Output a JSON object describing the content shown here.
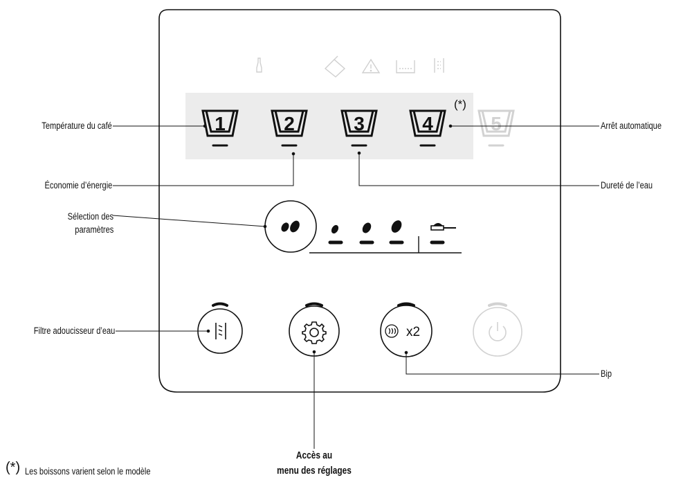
{
  "callouts": {
    "temperature": "Température du café",
    "energy": "Économie d’énergie",
    "param_line1": "Sélection des",
    "param_line2": "paramètres",
    "filter": "Filtre adoucisseur d’eau",
    "auto_off": "Arrêt automatique",
    "hardness": "Dureté de l’eau",
    "bip": "Bip",
    "menu_line1": "Accès au",
    "menu_line2": "menu des réglages"
  },
  "footnote": {
    "mark": "(*)",
    "text": "Les boissons varient selon le modèle"
  },
  "asterisk": "(*)",
  "cup_numbers": [
    "1",
    "2",
    "3",
    "4",
    "5"
  ],
  "buttons": {
    "double_label": "x2"
  },
  "icons": {
    "status_row": [
      "milk-tube-icon",
      "descale-jug-icon",
      "warning-icon",
      "drip-tray-icon",
      "water-filter-icon"
    ],
    "strength_button": "coffee-beans-icon",
    "strength_levels": [
      "coffee-bean-small-icon",
      "coffee-bean-medium-icon",
      "coffee-bean-large-icon",
      "ground-coffee-scoop-icon"
    ],
    "bottom_buttons": [
      "water-filter-icon",
      "gear-icon",
      "steam-double-icon",
      "power-icon"
    ]
  },
  "colors": {
    "line": "#111111",
    "dim": "#d2d2d2",
    "panel_highlight": "#ececec",
    "background": "#ffffff"
  }
}
